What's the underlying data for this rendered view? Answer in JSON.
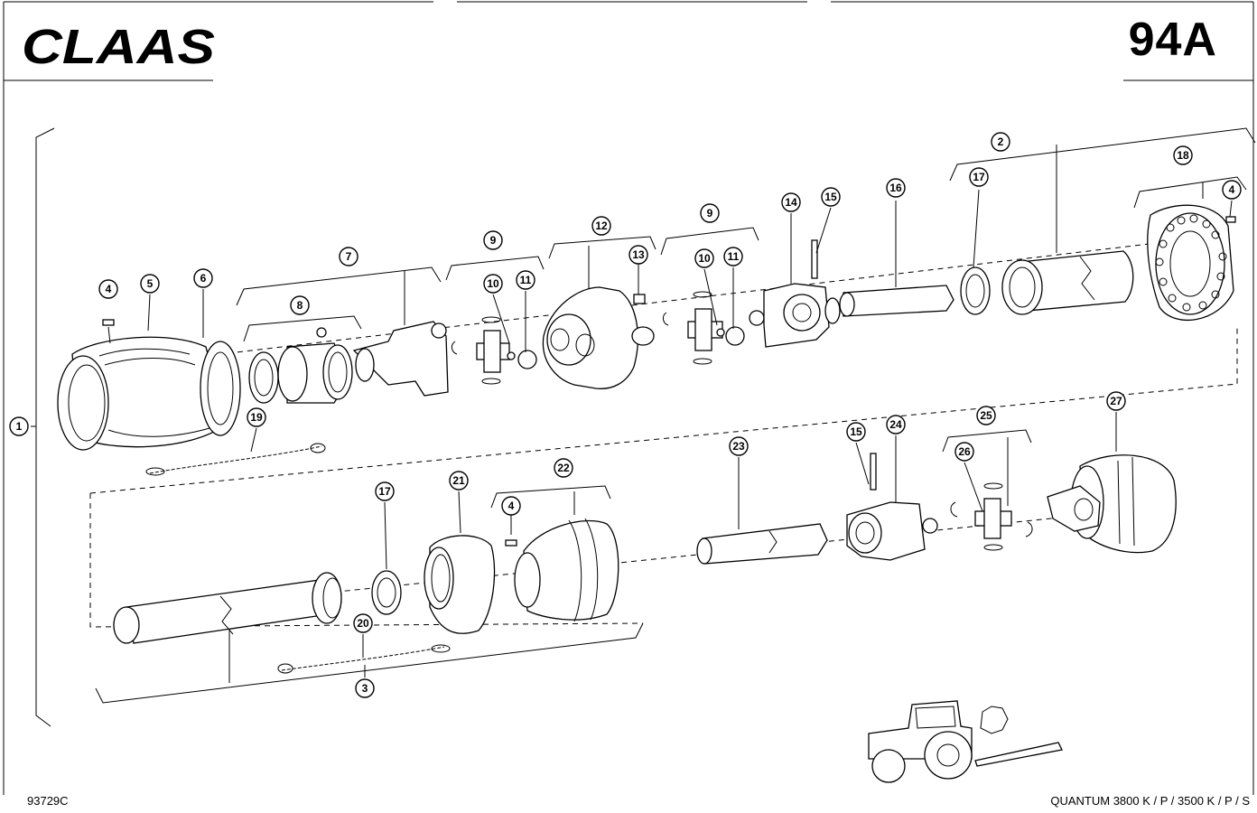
{
  "header": {
    "brand": "CLAAS",
    "sheet_number": "94A"
  },
  "footer": {
    "doc_code": "93729C",
    "model": "QUANTUM 3800 K / P / 3500 K / P / S"
  },
  "callouts": [
    {
      "id": "c-1",
      "label": "1"
    },
    {
      "id": "c-2",
      "label": "2"
    },
    {
      "id": "c-3",
      "label": "3"
    },
    {
      "id": "c-4a",
      "label": "4"
    },
    {
      "id": "c-4b",
      "label": "4"
    },
    {
      "id": "c-4c",
      "label": "4"
    },
    {
      "id": "c-5",
      "label": "5"
    },
    {
      "id": "c-6",
      "label": "6"
    },
    {
      "id": "c-7",
      "label": "7"
    },
    {
      "id": "c-8",
      "label": "8"
    },
    {
      "id": "c-9a",
      "label": "9"
    },
    {
      "id": "c-9b",
      "label": "9"
    },
    {
      "id": "c-10a",
      "label": "10"
    },
    {
      "id": "c-10b",
      "label": "10"
    },
    {
      "id": "c-11a",
      "label": "11"
    },
    {
      "id": "c-11b",
      "label": "11"
    },
    {
      "id": "c-12",
      "label": "12"
    },
    {
      "id": "c-13",
      "label": "13"
    },
    {
      "id": "c-14",
      "label": "14"
    },
    {
      "id": "c-15a",
      "label": "15"
    },
    {
      "id": "c-15b",
      "label": "15"
    },
    {
      "id": "c-16",
      "label": "16"
    },
    {
      "id": "c-17a",
      "label": "17"
    },
    {
      "id": "c-17b",
      "label": "17"
    },
    {
      "id": "c-18",
      "label": "18"
    },
    {
      "id": "c-19",
      "label": "19"
    },
    {
      "id": "c-20",
      "label": "20"
    },
    {
      "id": "c-21",
      "label": "21"
    },
    {
      "id": "c-22",
      "label": "22"
    },
    {
      "id": "c-23",
      "label": "23"
    },
    {
      "id": "c-24",
      "label": "24"
    },
    {
      "id": "c-25",
      "label": "25"
    },
    {
      "id": "c-26",
      "label": "26"
    },
    {
      "id": "c-27",
      "label": "27"
    }
  ]
}
